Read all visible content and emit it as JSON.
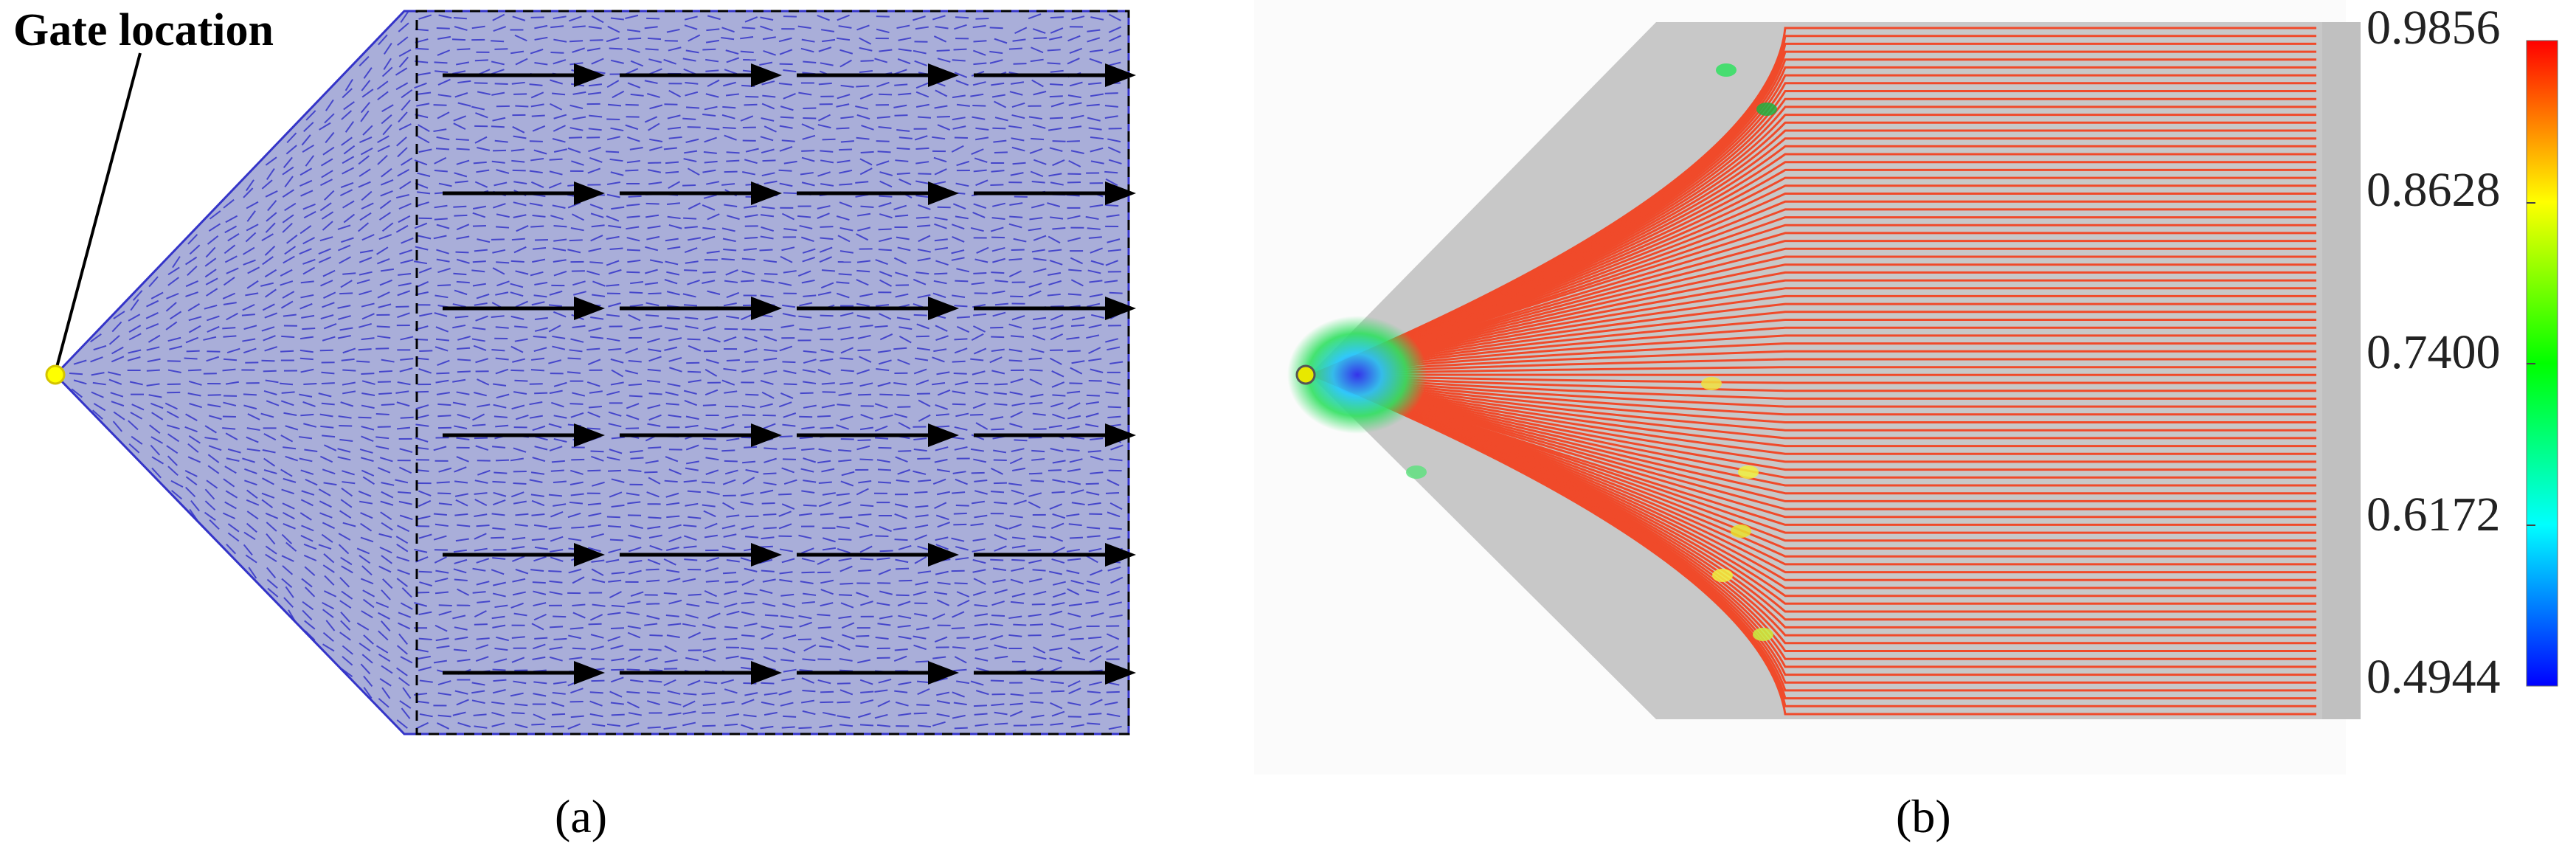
{
  "panel_a": {
    "annotation": "Gate location",
    "label": "(a)",
    "colors": {
      "fill": "#a9aed9",
      "fiber": "#3434c8",
      "arrow": "#000000",
      "gate": "#ffff00"
    }
  },
  "panel_b": {
    "label": "(b)",
    "colorbar": {
      "ticks": [
        "0.9856",
        "0.8628",
        "0.7400",
        "0.6172",
        "0.4944"
      ],
      "range": [
        0.4944,
        0.9856
      ],
      "colors": [
        "#ff0000",
        "#ffff00",
        "#00ff00",
        "#00ffff",
        "#0000ff"
      ]
    },
    "colors": {
      "fiber": "#f04a2a",
      "background": "#c8c8c8"
    }
  }
}
